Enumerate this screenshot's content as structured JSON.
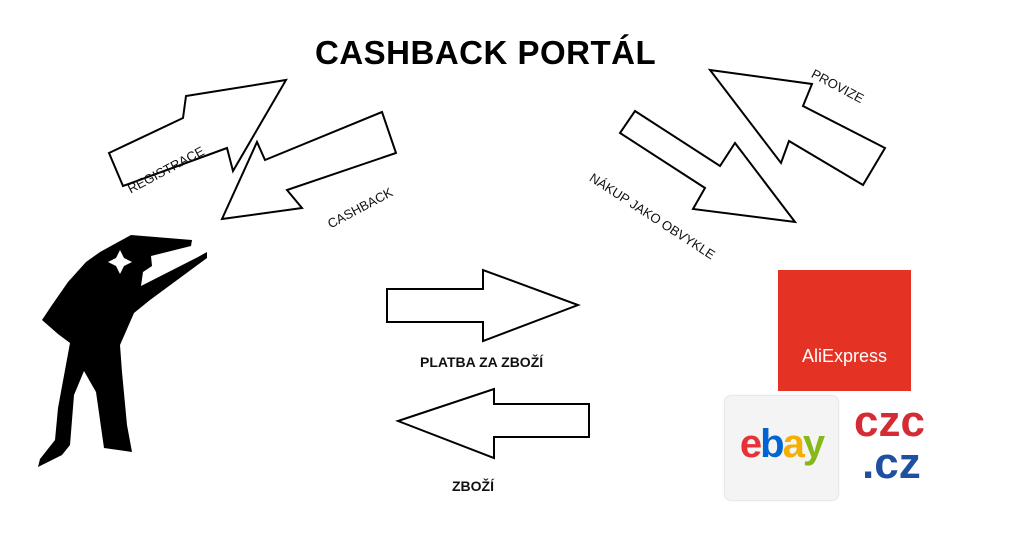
{
  "title": "CASHBACK PORTÁL",
  "labels": {
    "registrace": "REGISTRACE",
    "cashback": "CASHBACK",
    "provize": "PROVIZE",
    "nakup": "NÁKUP JAKO OBVYKLE",
    "platba": "PLATBA ZA ZBOŽÍ",
    "zbozi": "ZBOŽÍ"
  },
  "logos": {
    "aliexpress": {
      "text": "AliExpress",
      "color": "#e43225"
    },
    "ebay": {
      "letters": [
        "e",
        "b",
        "a",
        "y"
      ],
      "colors": [
        "#e53238",
        "#0064d2",
        "#f5af02",
        "#86b817"
      ]
    },
    "czc": {
      "line1": "czc",
      "line2": ".cz",
      "colors": [
        "#d42b34",
        "#1e4fa0"
      ]
    }
  },
  "icons": [
    "pointing-man-icon",
    "arrow-icon",
    "shopping-bag-smile-icon"
  ]
}
